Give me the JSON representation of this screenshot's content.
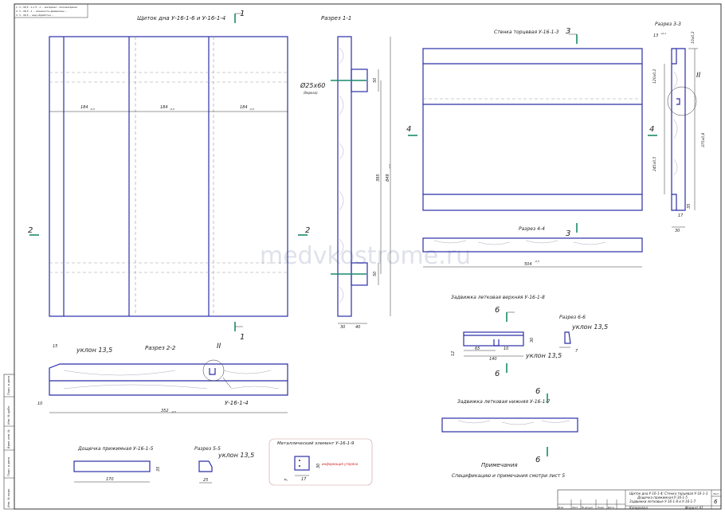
{
  "titles": {
    "shield": "Щиток дна У-16-1-6 и У-16-1-4",
    "section11": "Разрез 1-1",
    "wall": "Стенка торцевая У-16-1-3",
    "section33": "Разрез 3-3",
    "section44": "Разрез 4-4",
    "section22": "Разрез 2-2",
    "latch_top": "Задвижка летковая верхняя У-16-1-8",
    "section66": "Разрез 6-6",
    "latch_bottom": "Задвижка летковая нижняя У-16-1-7",
    "plank": "Дощечка прижимная У-16-1-5",
    "section55": "Разрез 5-5",
    "metal": "Металлический элемент У-16-1-9"
  },
  "cut_marks": {
    "one": "1",
    "two": "2",
    "three": "3",
    "four": "4",
    "six": "6",
    "roman2": "II"
  },
  "dims": {
    "w184": "184",
    "w184_tol": "-0,5",
    "dowel": "Ø25x60",
    "dowel_sub": "(береза)",
    "d50": "50",
    "d395": "395",
    "d849": "849",
    "d849_tol": "-1,5",
    "d30": "30",
    "d40": "40",
    "d13": "13",
    "d13_tol": "+0,1",
    "d10x02": "10х0,2",
    "d120x02": "120х0,2",
    "d245x05": "245х0,5",
    "d375x08": "375х0,8",
    "d17": "17",
    "d35": "35",
    "d504": "504",
    "d504_tol": "-0,5",
    "d15": "15",
    "slope": "уклон 13,5",
    "d10": "10",
    "d352": "352",
    "d352_tol": "-0,5",
    "part14": "У-16-1-4",
    "d12": "12",
    "d65": "65",
    "d140": "140",
    "d7": "7",
    "d170": "170",
    "d25": "25",
    "metal_note": "информация утеряна"
  },
  "notes": {
    "heading": "Примечания",
    "text": "Спецификацию и примечания смотри лист 5"
  },
  "watermark": "medvkostrome.ru",
  "topleft_note": [
    "1. Ч - 36,5 - 1 и 5 - 1 ... материал - пиломатериал",
    "2. Ч - 36,5 - 1 ... влажность древесины ...",
    "3. Ч - 36,5 ... вид обработки ..."
  ],
  "title_block": {
    "line1": "Щиток дна У-16-1-4; Стенка торцевая У-16-1-3",
    "line2": "Дощечка прижимная У-16-1-5",
    "line3": "Задвижки летковые У-16-1-8 и У-16-1-7",
    "sheet_label": "Лист",
    "sheet_no": "6",
    "copied": "Копировал",
    "format": "Формат  А1",
    "cols": [
      "Изм",
      "Лист",
      "№ докум.",
      "Подп.",
      "Дата"
    ]
  },
  "side_stamp": [
    "Инв. № подл.",
    "Подп. и дата",
    "Взам. инв. №",
    "Инв. № дубл.",
    "Подп. и дата"
  ]
}
